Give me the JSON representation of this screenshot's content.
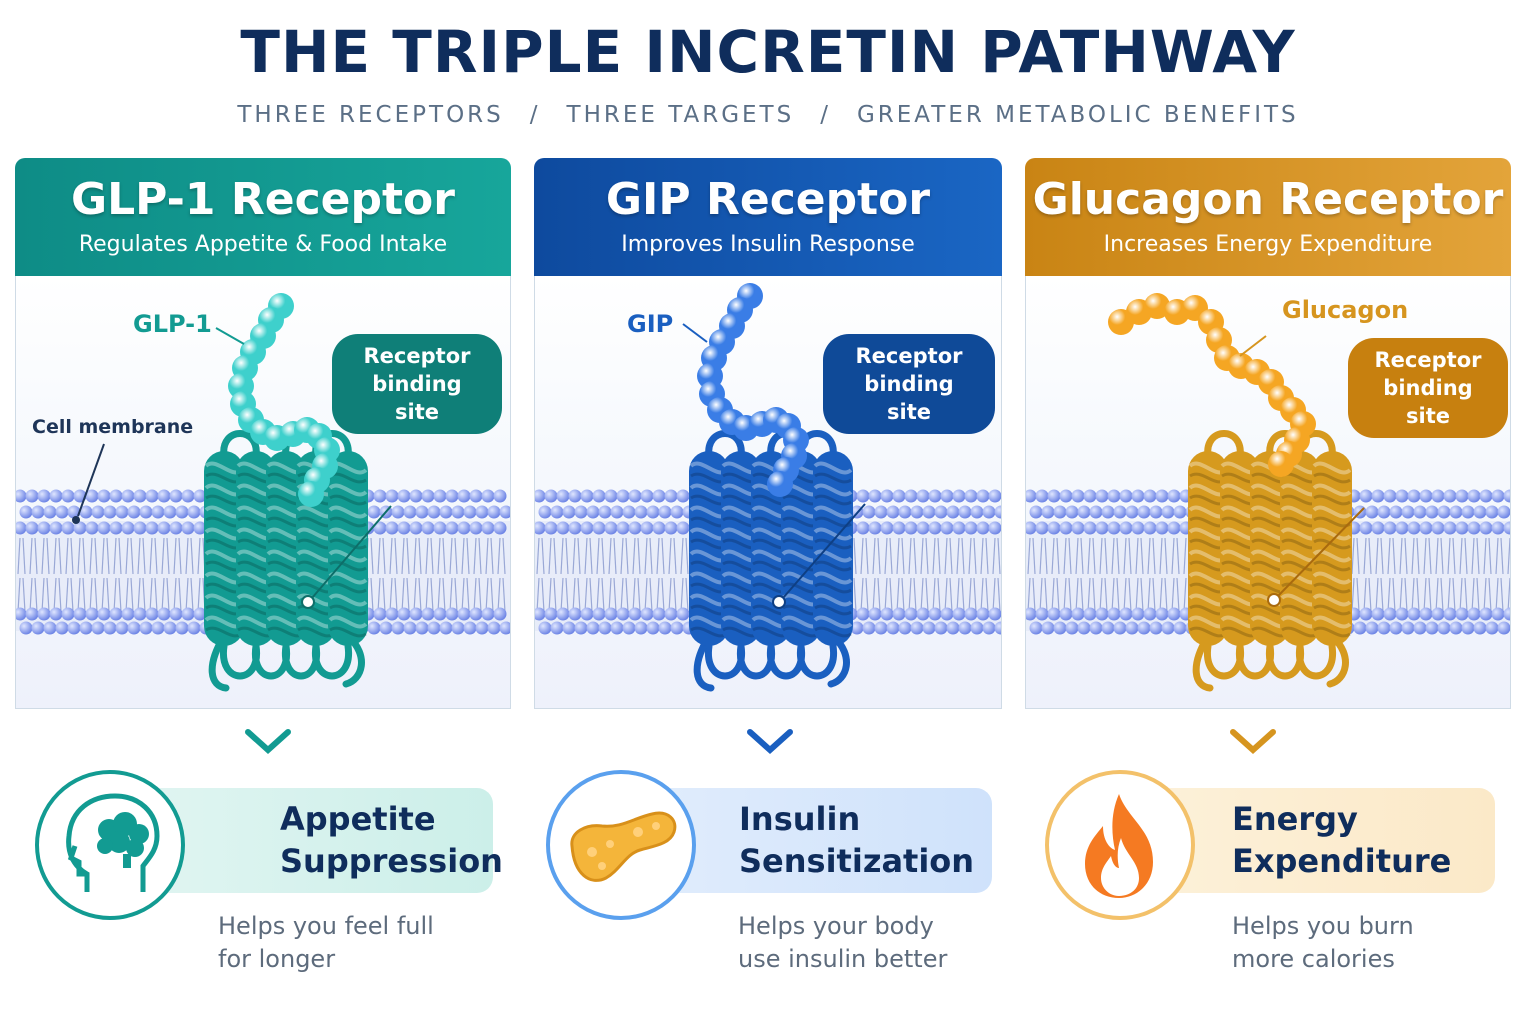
{
  "title": "THE TRIPLE INCRETIN  PATHWAY",
  "subtitle": {
    "part1": "THREE RECEPTORS",
    "part2": "THREE TARGETS",
    "part3": "GREATER METABOLIC BENEFITS",
    "separator": "/"
  },
  "colors": {
    "teal": "#129b92",
    "blue": "#1a5fc0",
    "orange": "#d6951f",
    "navy": "#0f2d5c"
  },
  "membrane_label": "Cell membrane",
  "columns": [
    {
      "header": "GLP-1 Receptor",
      "subheader": "Regulates Appetite & Food Intake",
      "ligand_label": "GLP-1",
      "bubble": "Receptor\nbinding site",
      "benefit": "Appetite\nSuppression",
      "description": "Helps you feel full\nfor longer",
      "icon": "head-brain-icon"
    },
    {
      "header": "GIP Receptor",
      "subheader": "Improves Insulin Response",
      "ligand_label": "GIP",
      "bubble": "Receptor\nbinding site",
      "benefit": "Insulin\nSensitization",
      "description": "Helps your body\nuse insulin better",
      "icon": "pancreas-icon"
    },
    {
      "header": "Glucagon Receptor",
      "subheader": "Increases Energy Expenditure",
      "ligand_label": "Glucagon",
      "bubble": "Receptor\nbinding site",
      "benefit": "Energy\nExpenditure",
      "description": "Helps you burn\nmore calories",
      "icon": "flame-icon"
    }
  ]
}
